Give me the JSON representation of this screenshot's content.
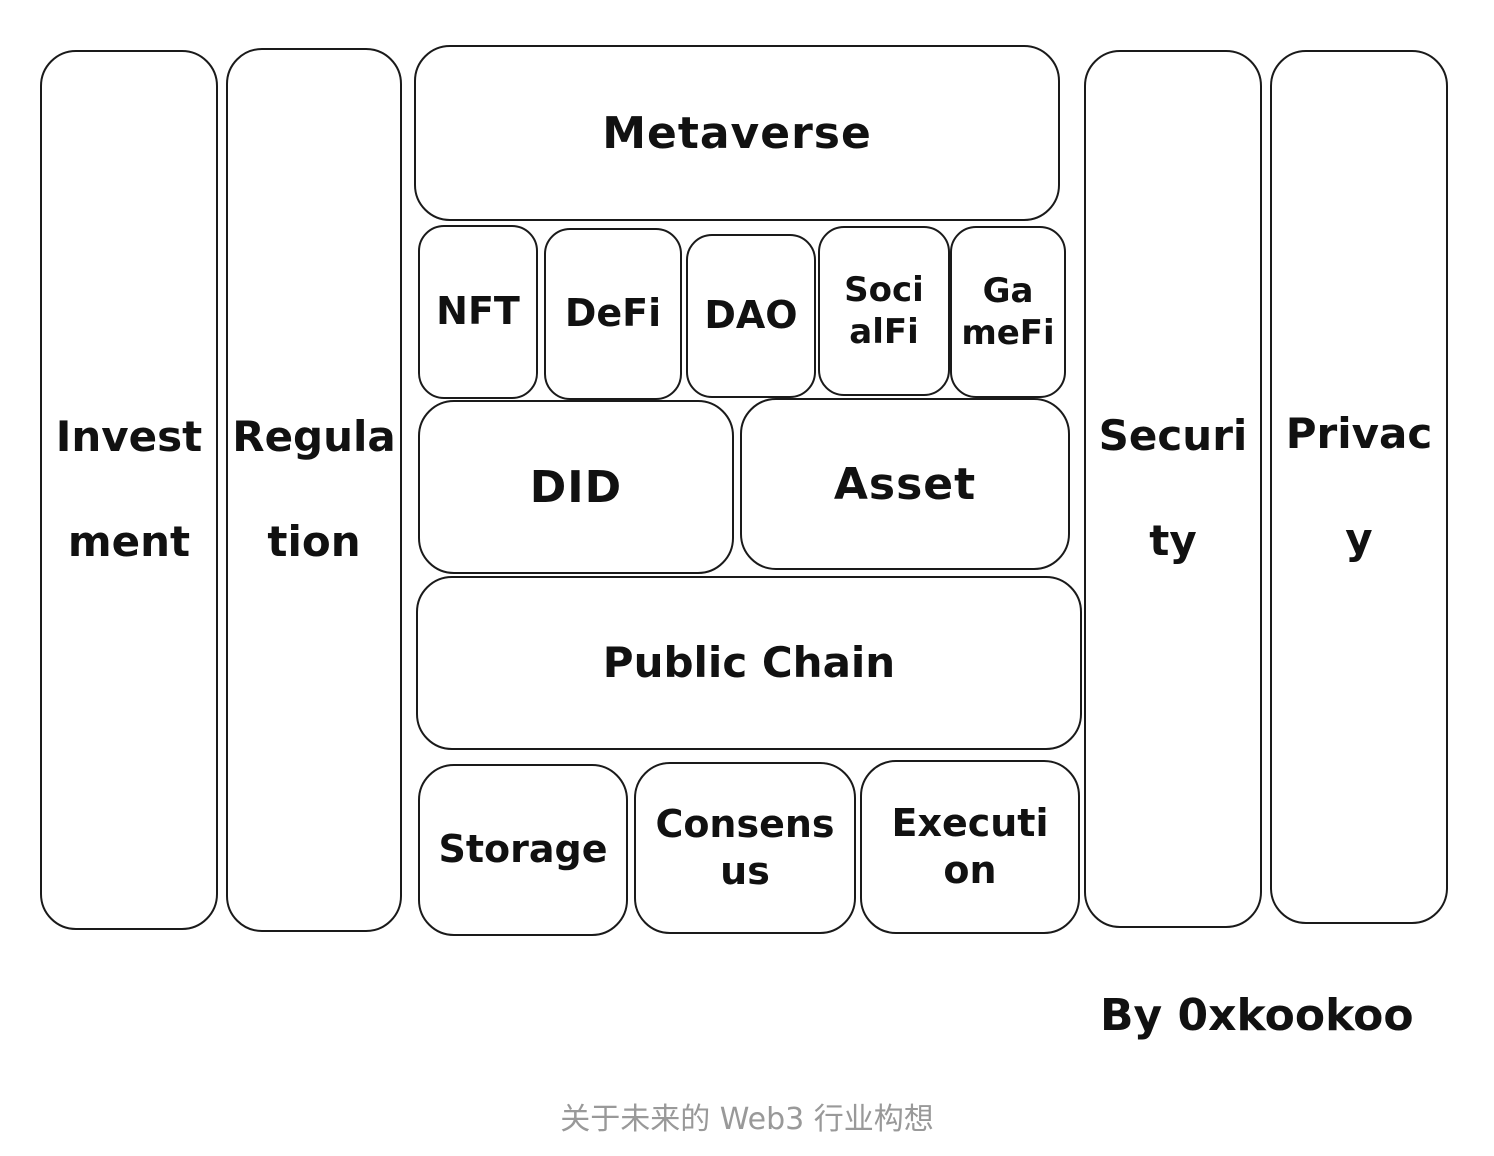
{
  "diagram": {
    "side_left": [
      {
        "line1": "Invest",
        "line2": "ment"
      },
      {
        "line1": "Regula",
        "line2": "tion"
      }
    ],
    "side_right": [
      {
        "line1": "Securi",
        "line2": "ty"
      },
      {
        "line1": "Privac",
        "line2": "y"
      }
    ],
    "top": "Metaverse",
    "apps": [
      {
        "line1": "NFT",
        "line2": ""
      },
      {
        "line1": "DeFi",
        "line2": ""
      },
      {
        "line1": "DAO",
        "line2": ""
      },
      {
        "line1": "Soci",
        "line2": "alFi"
      },
      {
        "line1": "Ga",
        "line2": "meFi"
      }
    ],
    "middle": [
      "DID",
      "Asset"
    ],
    "chain": "Public Chain",
    "bottom": [
      {
        "line1": "Storage",
        "line2": ""
      },
      {
        "line1": "Consens",
        "line2": "us"
      },
      {
        "line1": "Executi",
        "line2": "on"
      }
    ]
  },
  "author": "By 0xkookoo",
  "caption": "关于未来的 Web3 行业构想"
}
